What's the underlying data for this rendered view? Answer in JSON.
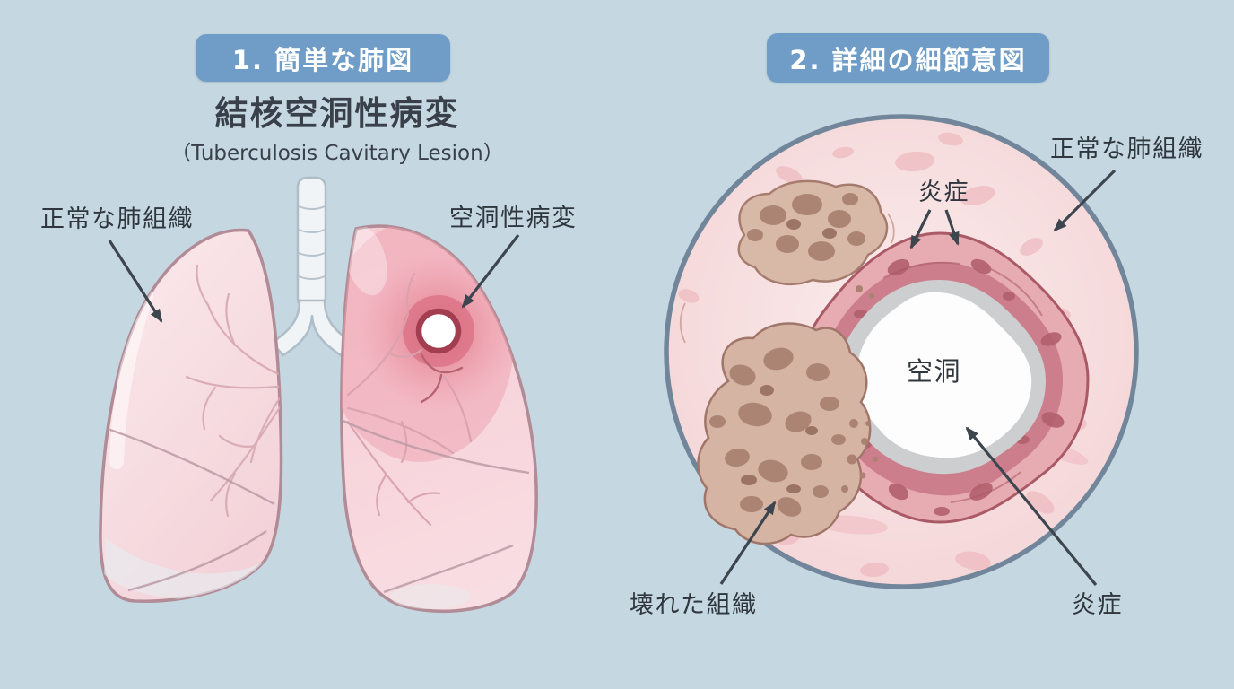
{
  "colors": {
    "background": "#c5d7e1",
    "header_bg": "#6f9dc7",
    "header_text": "#ffffff",
    "title_text": "#394049",
    "label_text": "#2f363d",
    "arrow": "#3d454e",
    "lung_fill": "#f7dee2",
    "lung_outline": "#b18b95",
    "lesion_red": "#dd6e80",
    "cavity_ring": "#a23e50",
    "section_circle_fill": "#f8e2e2",
    "section_circle_border": "#71869a",
    "inflammation_band_outer": "#e7abb2",
    "inflammation_band_inner": "#cc7e8c",
    "necrosis_fill": "#d8b9a7",
    "necrosis_spot": "#a8806f",
    "cavity_gray_rim": "#cdced0",
    "cavity_white": "#fdfdfd"
  },
  "panel_simple": {
    "header": "1. 簡単な肺図",
    "title": "結核空洞性病変",
    "subtitle": "（Tuberculosis Cavitary Lesion）",
    "label_normal_tissue": "正常な肺組織",
    "label_cavitary_lesion": "空洞性病変"
  },
  "panel_detail": {
    "header": "2. 詳細の細節意図",
    "label_normal_tissue": "正常な肺組織",
    "label_inflammation_top": "炎症",
    "label_cavity": "空洞",
    "label_destroyed_tissue": "壊れた組織",
    "label_inflammation_bottom": "炎症"
  }
}
